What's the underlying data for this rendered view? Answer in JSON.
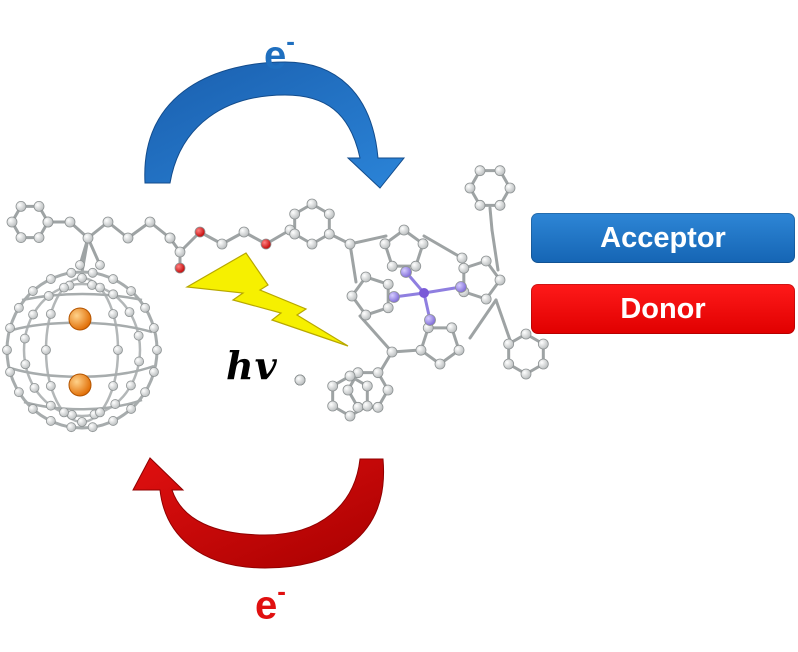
{
  "labels": {
    "electron_top": "e",
    "electron_bottom": "e",
    "charge": "-",
    "photon": "hv"
  },
  "legend": {
    "acceptor": "Acceptor",
    "donor": "Donor"
  },
  "colors": {
    "acceptor_blue": "#1f6fbf",
    "donor_red": "#e00000",
    "bolt_yellow": "#f6f000",
    "atom_gray": "#d9dcdc",
    "metal_orange": "#f08a1c",
    "oxygen_red": "#e02020",
    "nitrogen_purple": "#8f7fe0"
  },
  "icons": [
    "electron-transfer-arrow-top",
    "electron-transfer-arrow-bottom",
    "lightning-bolt-icon",
    "fullerene-molecule",
    "porphyrin-molecule"
  ]
}
